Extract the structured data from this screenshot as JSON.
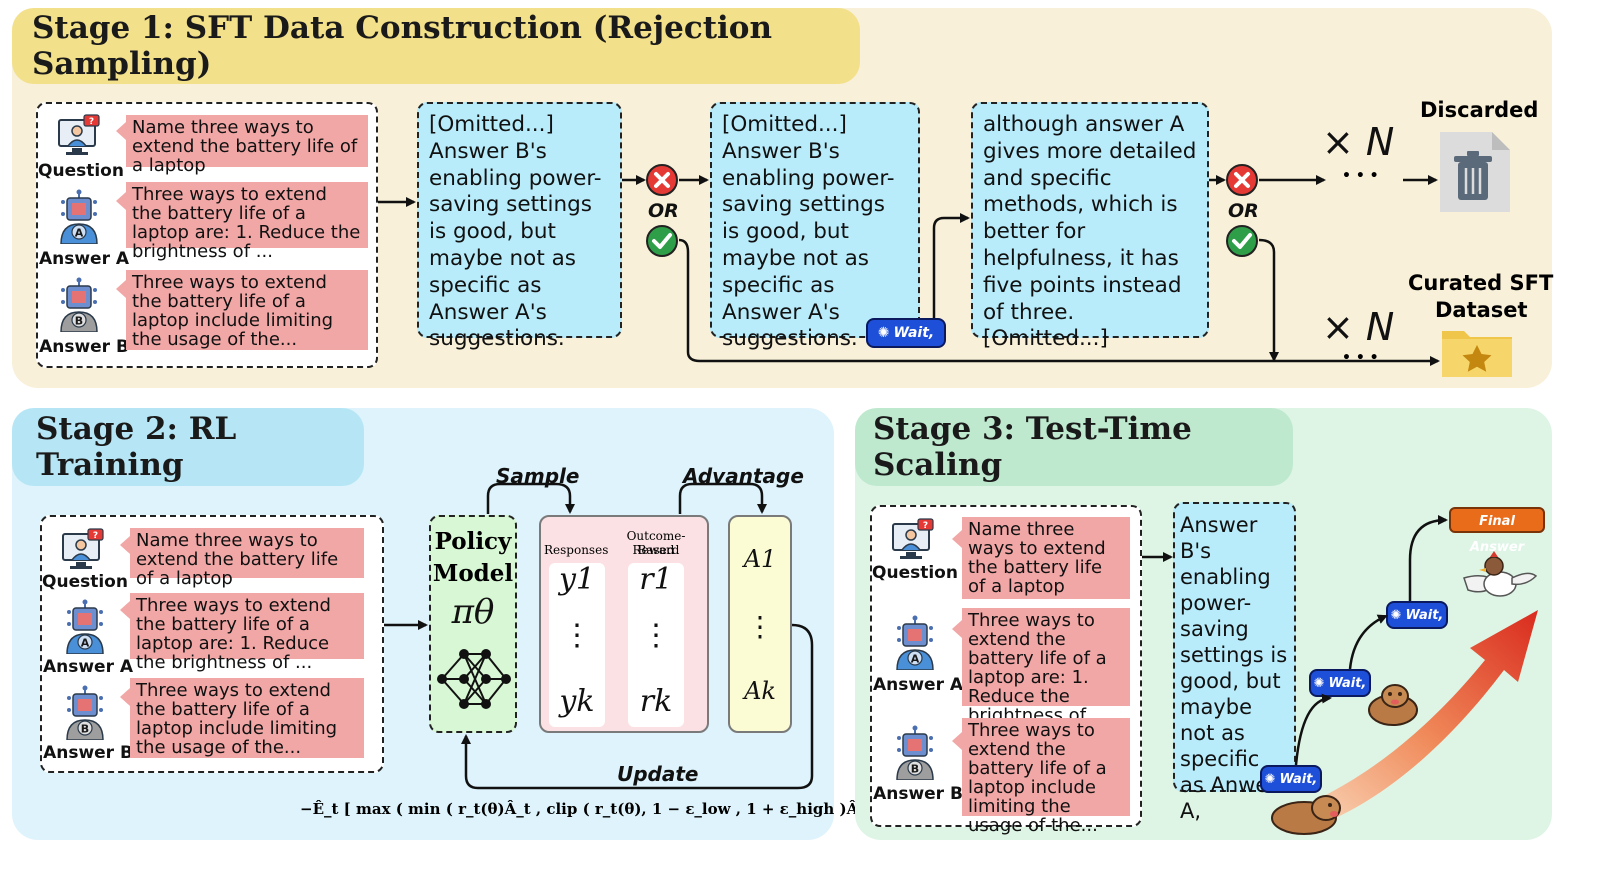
{
  "stage1": {
    "title": "Stage 1: SFT Data Construction (Rejection Sampling)",
    "question_label": "Question",
    "answer_a_label": "Answer A",
    "answer_b_label": "Answer B",
    "question_text": "Name three ways to extend the battery life of a laptop",
    "answer_a_text": "Three ways to extend the battery life of a laptop are: 1. Reduce the brightness of ...",
    "answer_b_text": "Three ways to extend the battery life of a laptop include limiting the usage of the...",
    "reasoning_1": "[Omitted...] Answer B's enabling power-saving settings is good, but maybe not as specific as Answer A's suggestions.",
    "reasoning_2": "[Omitted...] Answer B's enabling power-saving settings is good, but maybe not as specific as Answer A's suggestions.",
    "reasoning_3": "although answer A gives more detailed and specific methods, which is better for helpfulness, it has five points instead of three.[Omitted...]",
    "or_label": "OR",
    "wait_label": "Wait,",
    "times_n": "× N",
    "dots": "• • •",
    "discarded_label": "Discarded",
    "curated_label_1": "Curated SFT",
    "curated_label_2": "Dataset"
  },
  "stage2": {
    "title": "Stage 2: RL Training",
    "question_label": "Question",
    "answer_a_label": "Answer A",
    "answer_b_label": "Answer B",
    "question_text": "Name three ways to extend the battery life of a laptop",
    "answer_a_text": "Three ways to extend the battery life of a laptop are: 1. Reduce the brightness of ...",
    "answer_b_text": "Three ways to extend the battery life of a laptop include limiting the usage of the...",
    "policy_label_1": "Policy",
    "policy_label_2": "Model",
    "policy_symbol": "πθ",
    "sample_label": "Sample",
    "advantage_label": "Advantage",
    "update_label": "Update",
    "responses_label": "Responses",
    "reward_label_1": "Outcome-Based",
    "reward_label_2": "Reward",
    "y1": "y1",
    "yk": "yk",
    "r1": "r1",
    "rk": "rk",
    "a1": "A1",
    "ak": "Ak",
    "vdots": "⋮",
    "objective": "−Ê_t [ max ( min ( r_t(θ)Â_t , clip ( r_t(θ), 1 − ε_low , 1 + ε_high )Â_t ), cÂ_t ) ]"
  },
  "stage3": {
    "title": "Stage 3: Test-Time Scaling",
    "question_label": "Question",
    "answer_a_label": "Answer A",
    "answer_b_label": "Answer B",
    "question_text": "Name three ways to extend the battery life of a laptop",
    "answer_a_text": "Three ways to extend the battery life of a laptop are: 1. Reduce the brightness of ...",
    "answer_b_text": "Three ways to extend the battery life of a laptop include limiting the usage of the...",
    "reasoning": "Answer B's enabling power-saving settings is good, but maybe not as specific as Anwer A,",
    "wait_label": "Wait,",
    "final_answer_label": "Final Answer"
  },
  "colors": {
    "stage1_bg": "#f8f0d8",
    "stage1_tab": "#f2e08a",
    "stage2_bg": "#def3fb",
    "stage2_tab": "#b6e6f5",
    "stage3_bg": "#def5e6",
    "stage3_tab": "#bfe9cf",
    "reason_bg": "#b8ecfb",
    "qa_bg": "#f1a7a6",
    "wait_bg": "#1e4fd8",
    "reject": "#e53935",
    "accept": "#2e9e48"
  }
}
